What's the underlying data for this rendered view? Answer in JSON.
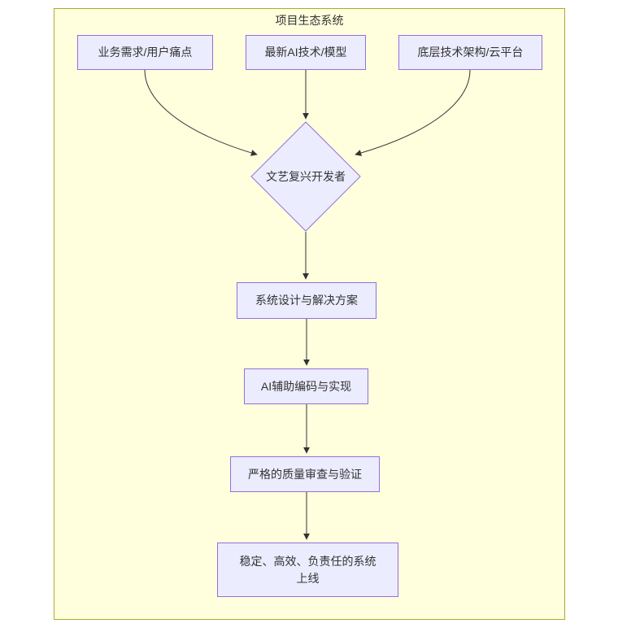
{
  "diagram": {
    "title": "项目生态系统",
    "nodes": {
      "business": {
        "label": "业务需求/用户痛点",
        "shape": "rect"
      },
      "ai_tech": {
        "label": "最新AI技术/模型",
        "shape": "rect"
      },
      "infra": {
        "label": "底层技术架构/云平台",
        "shape": "rect"
      },
      "developer": {
        "label": "文艺复兴开发者",
        "shape": "diamond"
      },
      "design": {
        "label": "系统设计与解决方案",
        "shape": "rect"
      },
      "coding": {
        "label": "AI辅助编码与实现",
        "shape": "rect"
      },
      "qa": {
        "label": "严格的质量审查与验证",
        "shape": "rect"
      },
      "launch": {
        "label": "稳定、高效、负责任的系统上线",
        "shape": "rect"
      }
    },
    "edges": [
      {
        "from": "business",
        "to": "developer"
      },
      {
        "from": "ai_tech",
        "to": "developer"
      },
      {
        "from": "infra",
        "to": "developer"
      },
      {
        "from": "developer",
        "to": "design"
      },
      {
        "from": "design",
        "to": "coding"
      },
      {
        "from": "coding",
        "to": "qa"
      },
      {
        "from": "qa",
        "to": "launch"
      }
    ],
    "colors": {
      "node-fill": "#ECECFF",
      "node-stroke": "#9370DB",
      "cluster-fill": "#ffffde",
      "cluster-stroke": "#aaaa33",
      "edge": "#333333",
      "text": "#333333"
    }
  }
}
